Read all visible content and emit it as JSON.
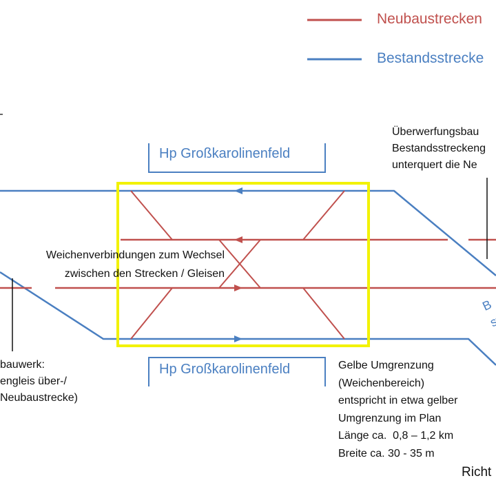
{
  "legend": {
    "new_line_label": "Neubaustrecken",
    "existing_line_label": "Bestandsstrecke",
    "colors": {
      "new_line": "#c0504d",
      "existing_line": "#4a7fc1",
      "switch_box": "#f2f200"
    }
  },
  "station_label": "Hp Großkarolinenfeld",
  "annotations": {
    "overpass_right": "Überwerfungsbau\nBestandsstreckeng\nunterquert die Ne",
    "switch_connections": "Weichenverbindungen zum Wechsel\nzwischen den Strecken / Gleisen",
    "overpass_left": "bauwerk:\nengleis über-/\nNeubaustrecke)",
    "yellow_boundary": "Gelbe Umgrenzung\n(Weichenbereich)\nentspricht in etwa gelber\nUmgrenzung im Plan\nLänge ca.  0,8 – 1,2 km\nBreite ca. 30 - 35 m",
    "right_track_label": "B\nstre",
    "direction": "Richt"
  }
}
